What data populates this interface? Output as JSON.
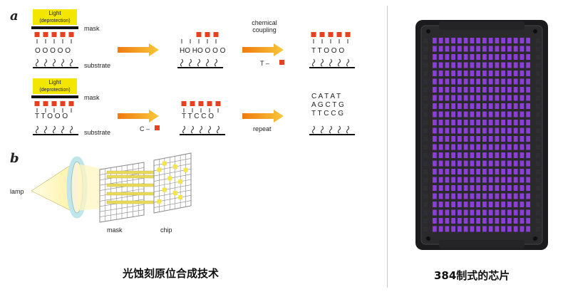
{
  "left_panel": {
    "label_a": "a",
    "label_b": "b",
    "light_line1": "Light",
    "light_line2": "(deprotection)",
    "mask_label": "mask",
    "substrate_label": "substrate",
    "chemical_line1": "chemical",
    "chemical_line2": "coupling",
    "t_reagent": "T –",
    "c_reagent": "C –",
    "repeat_label": "repeat",
    "ho_row": [
      "HO",
      "HO",
      "O",
      "O",
      "O"
    ],
    "step_a1_row": [
      "T",
      "T",
      "O",
      "O",
      "O"
    ],
    "start_row": [
      "O",
      "O",
      "O",
      "O",
      "O"
    ],
    "step_b_top": [
      "T",
      "T",
      "O",
      "O",
      "O"
    ],
    "step_b_mid": [
      "T",
      "T",
      "C",
      "C",
      "O"
    ],
    "final_rows": [
      [
        "C",
        "A",
        "T",
        "A",
        "T"
      ],
      [
        "A",
        "G",
        "C",
        "T",
        "G"
      ],
      [
        "T",
        "T",
        "C",
        "C",
        "G"
      ]
    ],
    "lamp_label": "lamp",
    "mask2_label": "mask",
    "chip_label": "chip",
    "caption": "光蚀刻原位合成技术"
  },
  "right_panel": {
    "caption": "384制式的芯片",
    "columns": 16,
    "rows": 24
  },
  "colors": {
    "light_box": "#f3e600",
    "red_square": "#e8401f",
    "arrow_start": "#f07a10",
    "arrow_end": "#f8c83a",
    "plate_body": "#1b1b1d",
    "well_fill": "#8b3fd6",
    "lamp_cone": "#fff6c2",
    "lamp_ring": "#bfe6ea",
    "mask_grid": "#8a8a8a",
    "chip_spot": "#f3e54a"
  }
}
